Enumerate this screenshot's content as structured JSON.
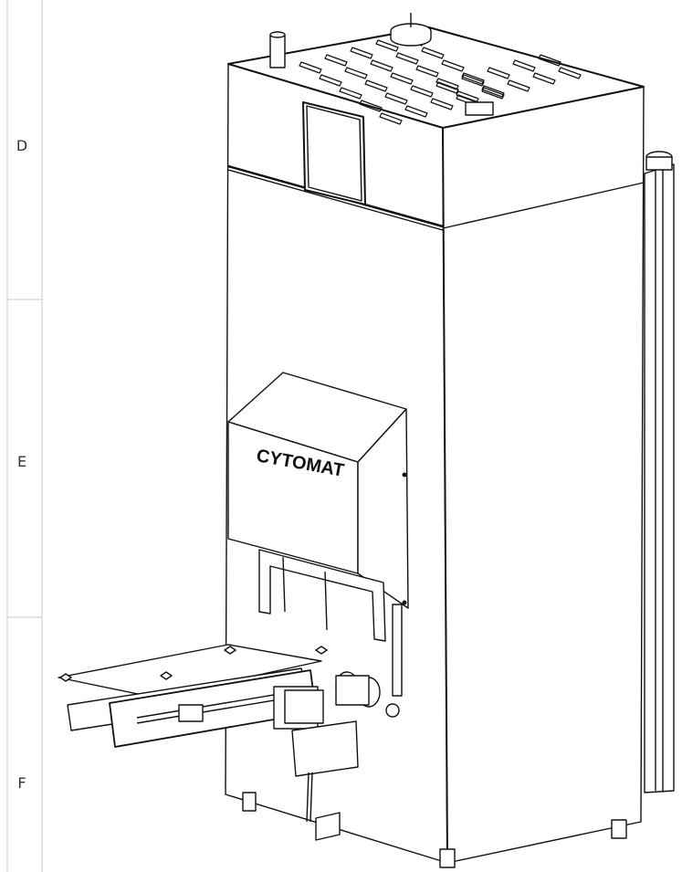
{
  "zones": [
    {
      "id": "D",
      "label": "D"
    },
    {
      "id": "E",
      "label": "E"
    },
    {
      "id": "F",
      "label": "F"
    }
  ],
  "drawing": {
    "brand_text": "CYTOMAT"
  },
  "colors": {
    "line": "#111111",
    "background": "#ffffff",
    "frame": "#bfbfbf"
  }
}
